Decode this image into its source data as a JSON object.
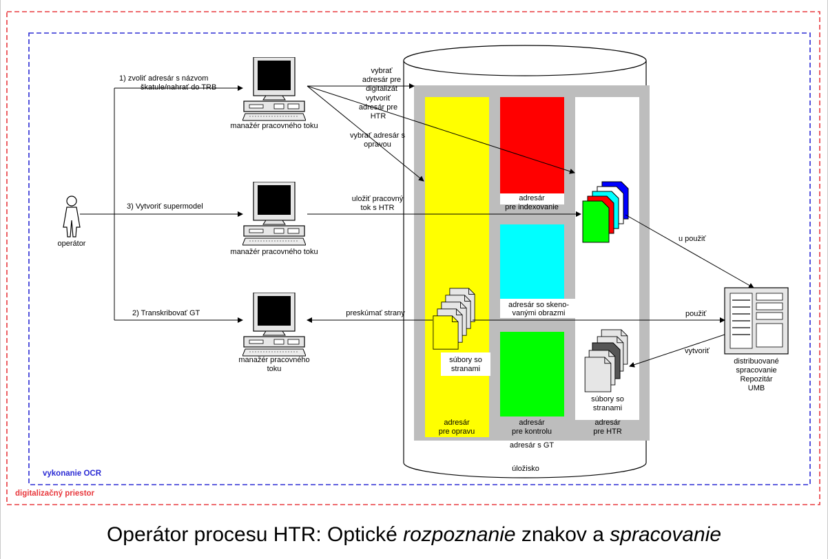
{
  "zones": {
    "outer_label": "digitalizačný priestor",
    "inner_label": "vykonanie OCR",
    "outer_color": "#e8383d",
    "inner_color": "#2a2ad4"
  },
  "actors": {
    "operator_label": "operátor"
  },
  "workstations": {
    "top_label": "manažér pracovného toku",
    "middle_label": "manažér pracovného toku",
    "bottom_label_line1": "manažér pracovného",
    "bottom_label_line2": "toku"
  },
  "actions": {
    "select_directory_line1": "1) zvoliť adresár s názvom",
    "select_directory_line2": "škatule/nahrať do TRB",
    "create_supermodel": "3) Vytvoriť supermodel",
    "transcribe_gt": "2) Transkribovať GT"
  },
  "arrow_labels": {
    "select_digitization": [
      "vybrať",
      "adresár pre",
      "digitalizát"
    ],
    "create_htr_dir": [
      "vytvoriť",
      "adresár pre",
      "HTR"
    ],
    "select_correction_dir": [
      "vybrať adresár s",
      "opravou"
    ],
    "save_workflow": [
      "uložiť pracovný",
      "tok s HTR"
    ],
    "review_pages": "preskúmať strany",
    "use_1": "u  použiť",
    "use_2": "použiť",
    "create": "vytvoriť"
  },
  "storage": {
    "label": "úložisko",
    "gt_dir": "adresár s GT"
  },
  "directories": {
    "correction_line1": "adresár",
    "correction_line2": "pre opravu",
    "indexing_line1": "adresár",
    "indexing_line2": "pre indexovanie",
    "scans_line1": "adresár so skeno-",
    "scans_line2": "vanými obrazmi",
    "control_line1": "adresár",
    "control_line2": "pre kontrolu",
    "htr_line1": "adresár",
    "htr_line2": "pre HTR"
  },
  "files": {
    "pages_yellow_line1": "súbory so",
    "pages_yellow_line2": "stranami",
    "pages_gray_line1": "súbory so",
    "pages_gray_line2": "stranami"
  },
  "server": {
    "line1": "distribuované",
    "line2": "spracovanie",
    "line3": "Repozitár",
    "line4": "UMB"
  },
  "colors": {
    "yellow": "#ffff00",
    "red": "#ff0000",
    "cyan": "#00ffff",
    "green": "#00ff00",
    "panel_gray": "#bdbdbd"
  },
  "caption": {
    "part1": "Operátor procesu HTR: Optické ",
    "part2": "rozpoznanie",
    "part3": " znakov a ",
    "part4": "spracovanie"
  }
}
